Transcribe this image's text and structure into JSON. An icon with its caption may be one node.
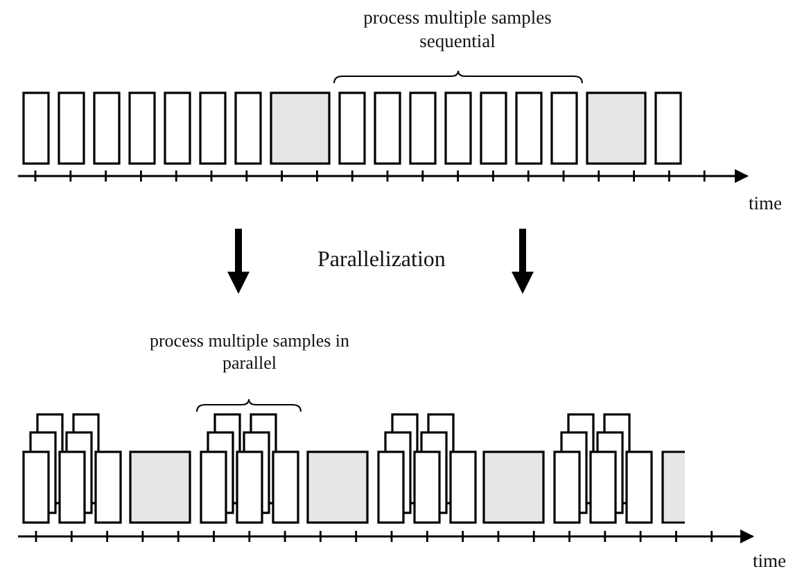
{
  "diagram": {
    "labels": [
      "process multiple samples sequential",
      "time",
      "Parallelization",
      "process multiple samples in parallel",
      "time"
    ]
  }
}
